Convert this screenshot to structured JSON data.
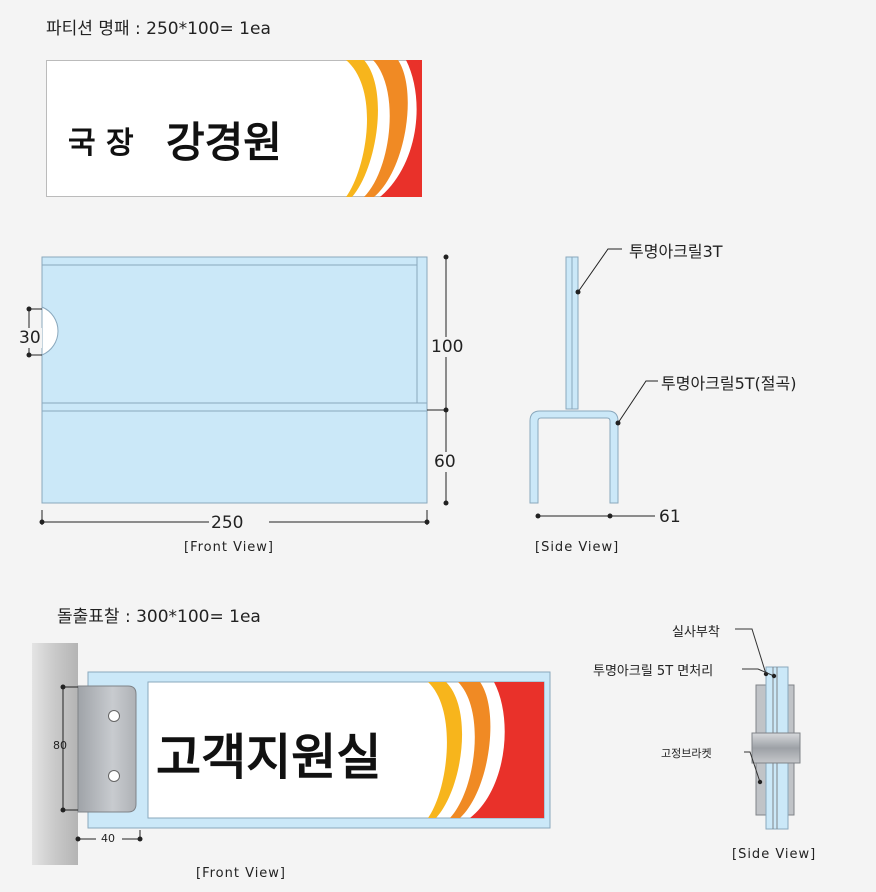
{
  "sections": {
    "partition": {
      "title": "파티션 명패 : 250*100= 1ea",
      "plate": {
        "title": "국 장",
        "name": "강경원"
      },
      "front": {
        "dim_width": "250",
        "dim_hole": "30",
        "dim_upper": "100",
        "dim_lower": "60",
        "caption": "[Front View]"
      },
      "side": {
        "label_top": "투명아크릴3T",
        "label_bottom": "투명아크릴5T(절곡)",
        "dim_base": "61",
        "caption": "[Side View]"
      }
    },
    "projecting": {
      "title": "돌출표찰 : 300*100= 1ea",
      "plate": {
        "name": "고객지원실"
      },
      "front": {
        "dim_height": "80",
        "dim_width": "40",
        "caption": "[Front View]"
      },
      "side": {
        "label_1": "실사부착",
        "label_2": "투명아크릴 5T 면처리",
        "label_3": "고정브라켓",
        "caption": "[Side View]"
      }
    }
  },
  "colors": {
    "acrylic_fill": "#cbe8f8",
    "acrylic_line": "#8aa8bd",
    "stripe_yellow": "#f7b51c",
    "stripe_orange": "#f08a24",
    "stripe_red": "#e9312a",
    "bracket": "#b9bcc1"
  }
}
